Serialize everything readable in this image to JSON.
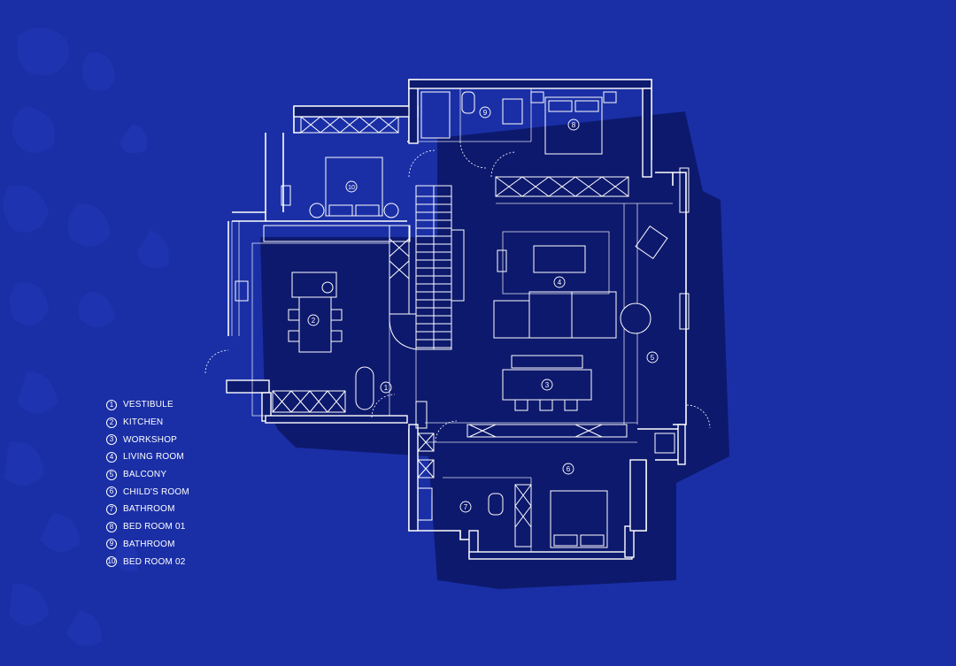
{
  "colors": {
    "background": "#1a2fa6",
    "line": "#ffffff",
    "wall_fill": "#0d1a6e",
    "shadow": "#0b1664",
    "blob": "#2238b8"
  },
  "legend": {
    "items": [
      {
        "number": "1",
        "label": "VESTIBULE"
      },
      {
        "number": "2",
        "label": "KITCHEN"
      },
      {
        "number": "3",
        "label": "WORKSHOP"
      },
      {
        "number": "4",
        "label": "LIVING ROOM"
      },
      {
        "number": "5",
        "label": "BALCONY"
      },
      {
        "number": "6",
        "label": "CHILD'S ROOM"
      },
      {
        "number": "7",
        "label": "BATHROOM"
      },
      {
        "number": "8",
        "label": "BED ROOM 01"
      },
      {
        "number": "9",
        "label": "BATHROOM"
      },
      {
        "number": "10",
        "label": "BED ROOM 02"
      }
    ]
  },
  "room_markers": [
    "1",
    "2",
    "3",
    "4",
    "5",
    "6",
    "7",
    "8",
    "9",
    "10"
  ]
}
